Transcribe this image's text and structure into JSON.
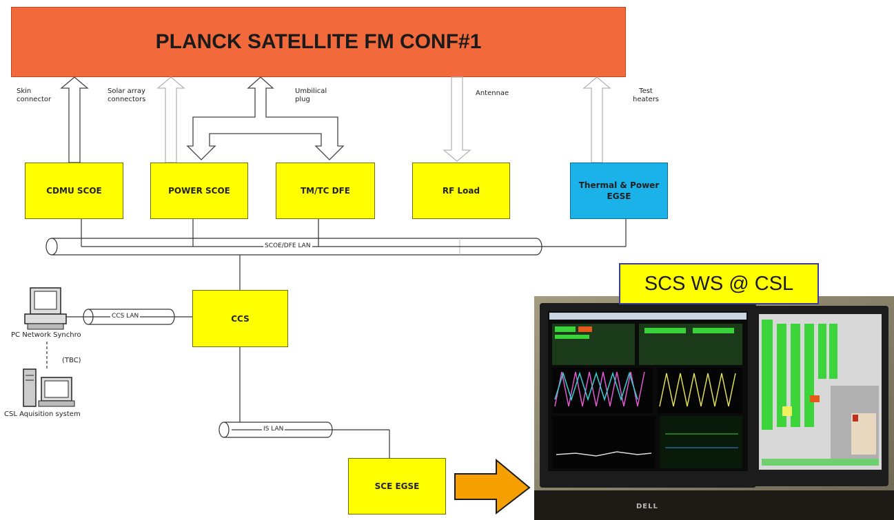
{
  "title": "PLANCK SATELLITE FM CONF#1",
  "connectors": {
    "skin": [
      "Skin",
      "connector"
    ],
    "solar": [
      "Solar array",
      "connectors"
    ],
    "umbilical": [
      "Umbilical",
      "plug"
    ],
    "antennae": "Antennae",
    "test_heaters": [
      "Test",
      "heaters"
    ]
  },
  "boxes": {
    "cdmu": "CDMU SCOE",
    "power": "POWER SCOE",
    "tmtc": "TM/TC DFE",
    "rf": "RF Load",
    "thermal": [
      "Thermal & Power",
      "EGSE"
    ],
    "ccs": "CCS",
    "sce": "SCE EGSE"
  },
  "lans": {
    "scoe": "SCOE/DFE LAN",
    "ccs": "CCS LAN",
    "is": "IS LAN"
  },
  "pcs": {
    "network": "PC Network Synchro",
    "tbc": "(TBC)",
    "acquisition": "CSL Aquisition system"
  },
  "workstation": {
    "label": "SCS WS @ CSL",
    "brand": "DELL"
  },
  "colors": {
    "title_fill": "#f26a3c",
    "box_yellow": "#ffff00",
    "box_cyan": "#1ab2e8",
    "arrow_orange": "#f5a000"
  }
}
